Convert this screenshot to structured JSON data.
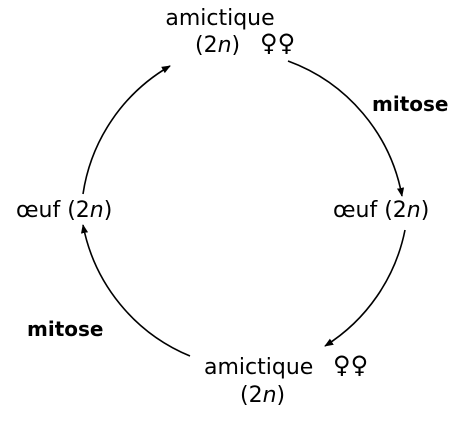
{
  "nodes": {
    "top": {
      "name": "amictique",
      "ploidy": "(2",
      "n": "n",
      "close": ")",
      "symbol": "♀♀"
    },
    "right": {
      "name": "œuf",
      "ploidy": "(2",
      "n": "n",
      "close": ")"
    },
    "bottom": {
      "name": "amictique",
      "ploidy": "(2",
      "n": "n",
      "close": ")",
      "symbol": "♀♀"
    },
    "left": {
      "name": "œuf",
      "ploidy": "(2",
      "n": "n",
      "close": ")"
    }
  },
  "edges": {
    "right_label": "mitose",
    "left_label": "mitose"
  },
  "colors": {
    "stroke": "#000000",
    "text": "#000000"
  }
}
